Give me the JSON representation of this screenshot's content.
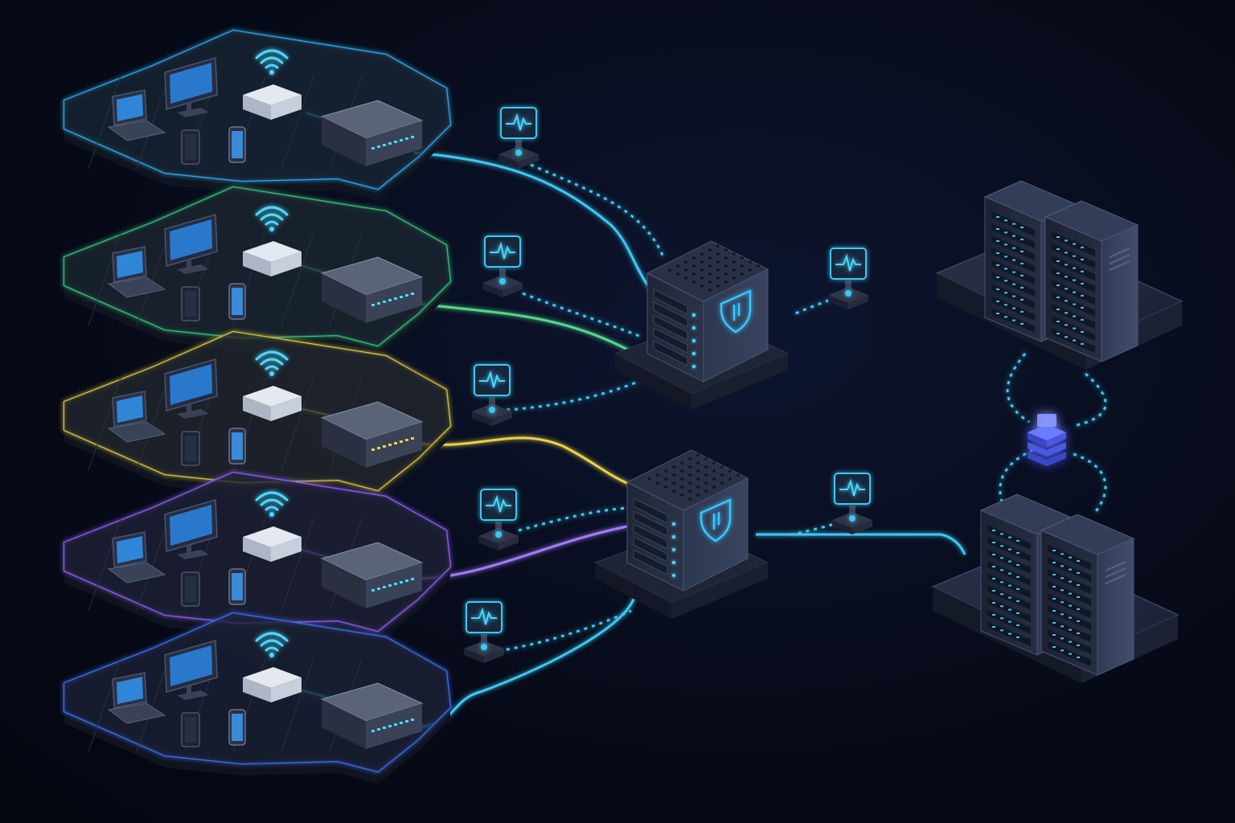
{
  "palette": {
    "background": "#070b1a",
    "cable_main": "#3cc8f0",
    "monitor_glow": "#4ad8ff",
    "shield_glow": "#36c8ff",
    "storage_glow": "#5a6cff"
  },
  "zones": [
    {
      "id": "zone-1",
      "color": "#2aa8e6"
    },
    {
      "id": "zone-2",
      "color": "#34c07a"
    },
    {
      "id": "zone-3",
      "color": "#d6c23a"
    },
    {
      "id": "zone-4",
      "color": "#8a5cf0"
    },
    {
      "id": "zone-5",
      "color": "#3a6cf0"
    }
  ],
  "zone_devices": [
    "laptop-icon",
    "desktop-monitor-icon",
    "wifi-router-icon",
    "network-switch-icon",
    "tablet-icon",
    "smartphone-icon"
  ],
  "core_devices": [
    "firewall-icon",
    "firewall-icon"
  ],
  "monitors": [
    "activity-monitor-icon",
    "activity-monitor-icon",
    "activity-monitor-icon",
    "activity-monitor-icon",
    "activity-monitor-icon",
    "activity-monitor-icon",
    "activity-monitor-icon"
  ],
  "server_clusters": [
    "server-rack-icon",
    "server-rack-icon"
  ],
  "sync_icon": "database-stack-icon"
}
